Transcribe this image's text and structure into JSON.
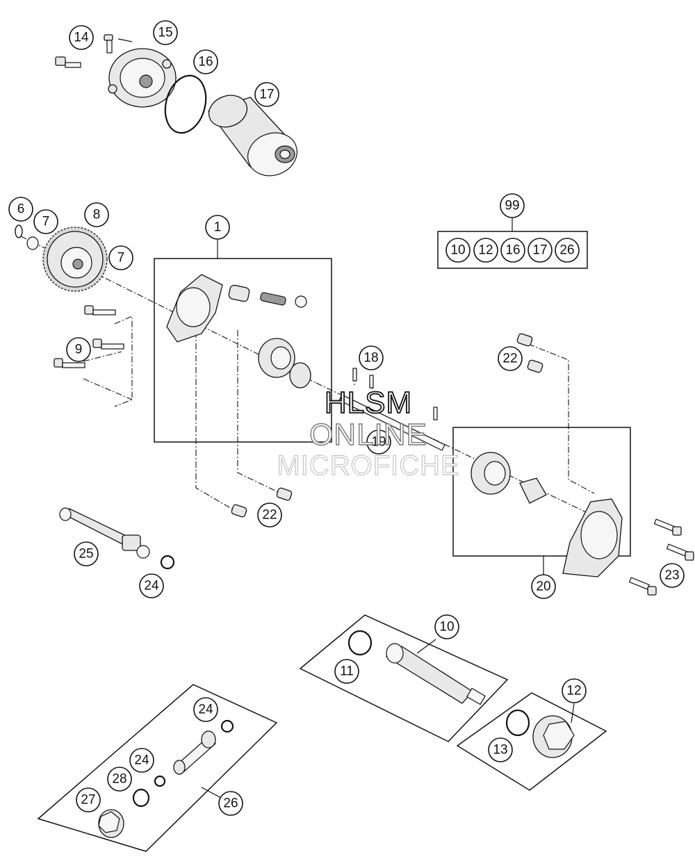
{
  "watermark": {
    "line1": "HLSM",
    "line2": "ONLINE",
    "line3": "MICROFICHE"
  },
  "callouts": [
    "14",
    "15",
    "16",
    "17",
    "6",
    "7",
    "8",
    "7",
    "1",
    "99",
    "9",
    "18",
    "22",
    "19",
    "22",
    "25",
    "24",
    "23",
    "20",
    "10",
    "11",
    "12",
    "24",
    "13",
    "24",
    "28",
    "27",
    "26"
  ],
  "kit_callouts": [
    "10",
    "12",
    "16",
    "17",
    "26"
  ]
}
